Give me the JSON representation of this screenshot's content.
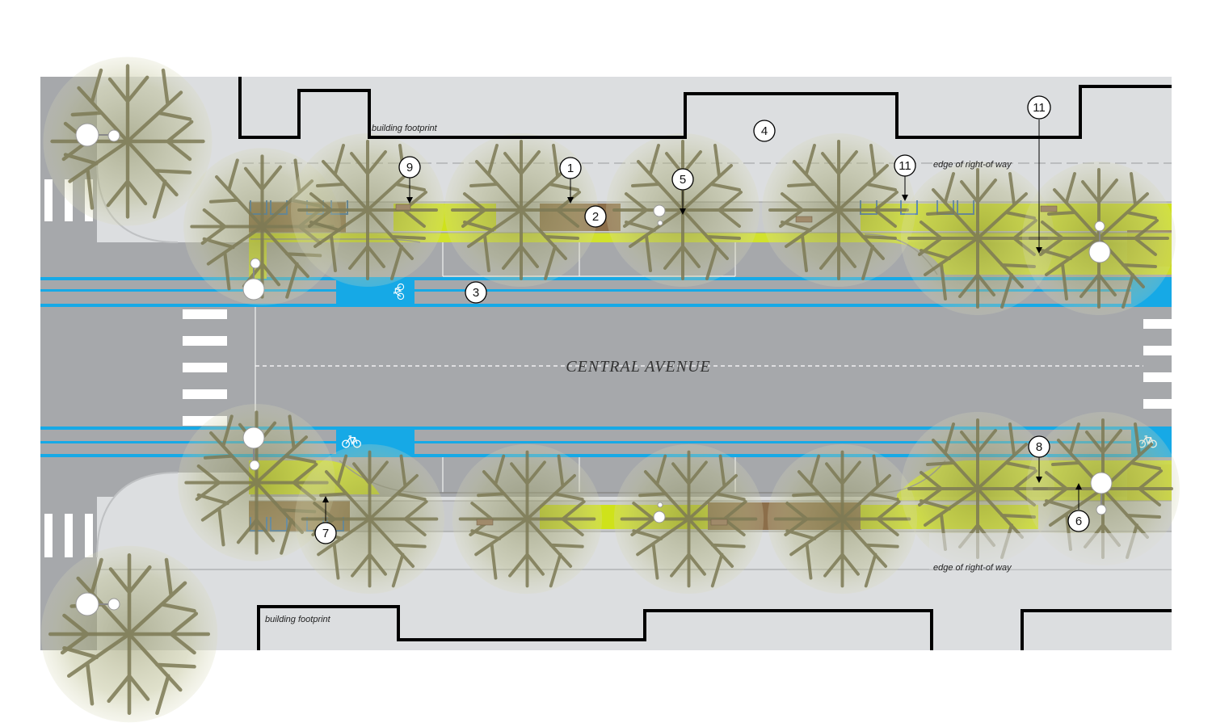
{
  "street_name": "CENTRAL AVENUE",
  "labels": {
    "building_footprint": "building footprint",
    "edge_of_row": "edge of right-of way"
  },
  "callouts": [
    {
      "id": "c9",
      "text": "9"
    },
    {
      "id": "c1",
      "text": "1"
    },
    {
      "id": "c2",
      "text": "2"
    },
    {
      "id": "c5",
      "text": "5"
    },
    {
      "id": "c4",
      "text": "4"
    },
    {
      "id": "c11a",
      "text": "11"
    },
    {
      "id": "c11b",
      "text": "11"
    },
    {
      "id": "c3",
      "text": "3"
    },
    {
      "id": "c8",
      "text": "8"
    },
    {
      "id": "c7",
      "text": "7"
    },
    {
      "id": "c6",
      "text": "6"
    }
  ],
  "icons": [
    "bike-lane-symbol-icon",
    "tree-canopy-icon",
    "street-light-icon"
  ],
  "colors": {
    "asphalt": "#a6a8ab",
    "sidewalk": "#dcdee0",
    "bike_lane": "#16a9e6",
    "planting": "#cfe21a",
    "paving": "#8c6e4a",
    "building_line": "#000000"
  }
}
